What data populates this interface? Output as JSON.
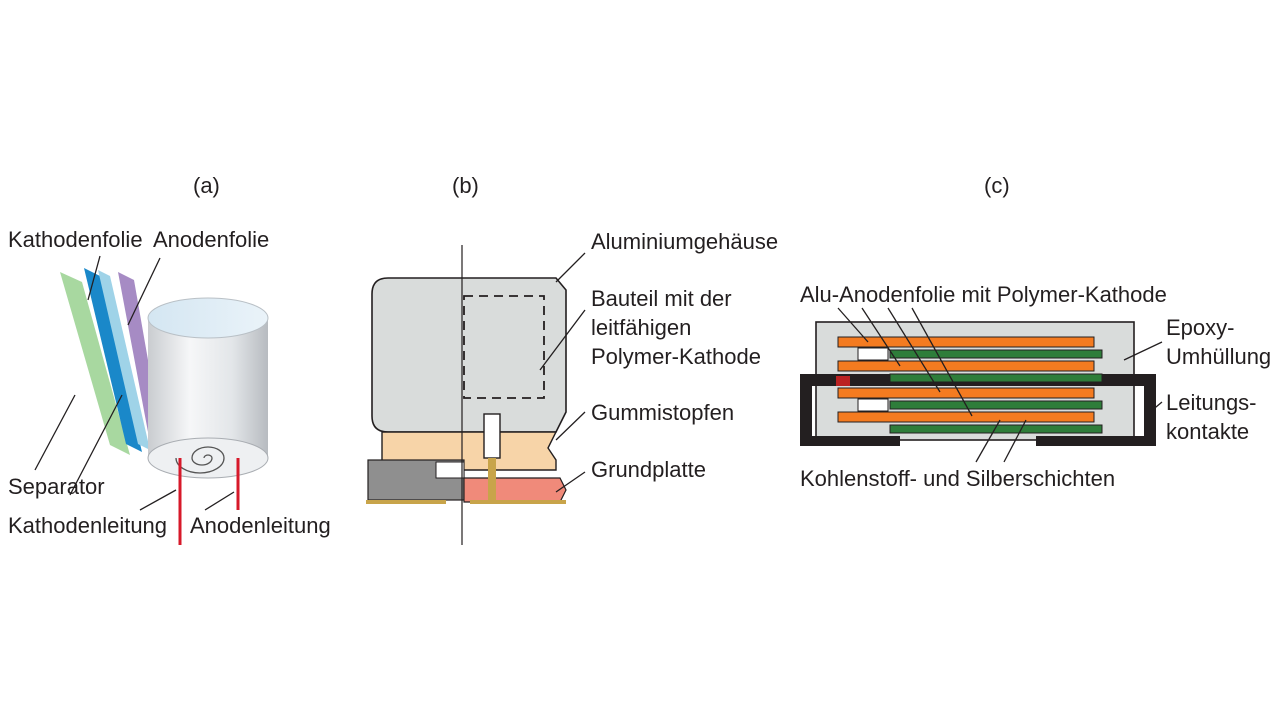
{
  "panels": {
    "a": {
      "caption": "(a)",
      "labels": {
        "cathode_foil": "Kathodenfolie",
        "anode_foil": "Anodenfolie",
        "separator": "Separator",
        "cathode_lead": "Kathodenleitung",
        "anode_lead": "Anodenleitung"
      }
    },
    "b": {
      "caption": "(b)",
      "labels": {
        "housing": "Aluminiumgehäuse",
        "element_line1": "Bauteil mit der",
        "element_line2": "leitfähigen",
        "element_line3": "Polymer-Kathode",
        "rubber_plug": "Gummistopfen",
        "base_plate": "Grundplatte"
      }
    },
    "c": {
      "caption": "(c)",
      "labels": {
        "anode_foil": "Alu-Anodenfolie mit Polymer-Kathode",
        "epoxy_line1": "Epoxy-",
        "epoxy_line2": "Umhüllung",
        "contacts_line1": "Leitungs-",
        "contacts_line2": "kontakte",
        "layers": "Kohlenstoff- und Silberschichten"
      }
    }
  },
  "colors": {
    "separator_green": "#a8d8a0",
    "cathode_blue": "#1a88c9",
    "anode_purple": "#a68bc4",
    "housing_grey": "#d9dcdb",
    "plug_peach": "#f7d4a8",
    "base_red": "#f08a7a",
    "foil_orange": "#f47b20",
    "layer_green": "#2e7d3a",
    "lead_red": "#d7192a"
  }
}
